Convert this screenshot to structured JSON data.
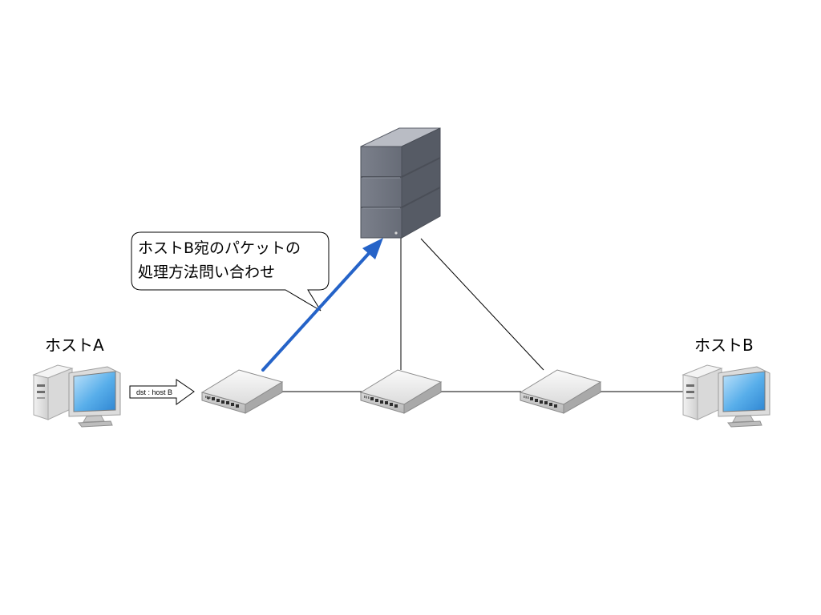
{
  "host_a": {
    "label": "ホストA"
  },
  "host_b": {
    "label": "ホストB"
  },
  "packet": {
    "label": "dst : host B"
  },
  "callout": {
    "line1": "ホストB宛のパケットの",
    "line2": "処理方法問い合わせ"
  },
  "colors": {
    "inquiry_arrow": "#2563c8",
    "link_line": "#000000",
    "server_body": "#6e737e",
    "switch_body": "#e9e9e9",
    "monitor_screen": "#4aa3e6"
  },
  "icons": {
    "controller": "server-icon",
    "switches": [
      "switch-icon",
      "switch-icon",
      "switch-icon"
    ],
    "hosts": [
      "pc-icon",
      "pc-icon"
    ]
  }
}
